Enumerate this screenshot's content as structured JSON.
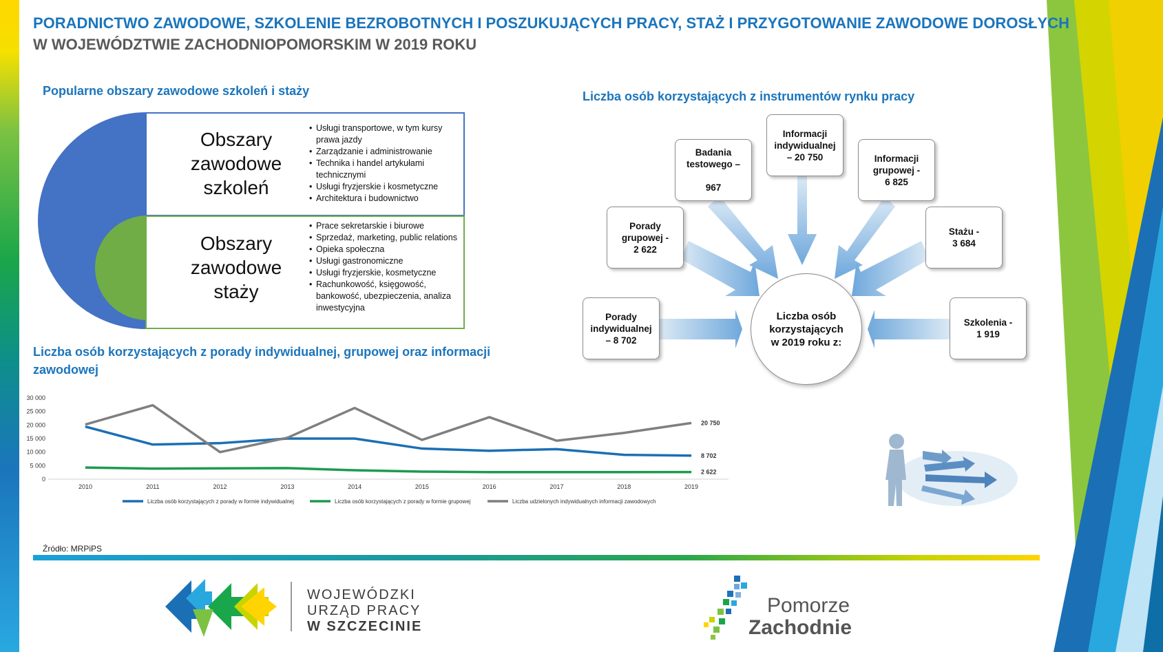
{
  "header": {
    "title_line1": "PORADNICTWO ZAWODOWE, SZKOLENIE BEZROBOTNYCH I POSZUKUJĄCYCH PRACY, STAŻ I PRZYGOTOWANIE ZAWODOWE DOROSŁYCH",
    "title_line2": "W WOJEWÓDZTWIE ZACHODNIOPOMORSKIM W 2019 ROKU"
  },
  "areas": {
    "heading": "Popularne obszary zawodowe szkoleń i staży",
    "training": {
      "title": "Obszary\nzawodowe\nszkoleń",
      "items": [
        "Usługi transportowe, w tym kursy prawa jazdy",
        "Zarządzanie i administrowanie",
        "Technika i handel artykułami technicznymi",
        "Usługi fryzjerskie i kosmetyczne",
        "Architektura i budownictwo"
      ]
    },
    "internship": {
      "title": "Obszary\nzawodowe\nstaży",
      "items": [
        "Prace sekretarskie i biurowe",
        "Sprzedaż, marketing, public relations",
        "Opieka społeczna",
        "Usługi gastronomiczne",
        "Usługi fryzjerskie, kosmetyczne",
        "Rachunkowość, księgowość, bankowość, ubezpieczenia, analiza inwestycyjna"
      ]
    },
    "colors": {
      "training": "#4472c4",
      "internship": "#70ad47"
    }
  },
  "diagram": {
    "heading": "Liczba osób korzystających z instrumentów rynku pracy",
    "center": "Liczba osób\nkorzystających\nw 2019 roku z:",
    "nodes": {
      "individual": "Porady\nindywidualnej\n– 8 702",
      "group": "Porady\ngrupowej -\n2 622",
      "tests": "Badania\ntestowego –\n\n967",
      "info_ind": "Informacji\nindywidualnej\n– 20 750",
      "info_group": "Informacji\ngrupowej -\n6 825",
      "internship": "Stażu -\n3 684",
      "training": "Szkolenia -\n1 919"
    }
  },
  "chart": {
    "heading": "Liczba osób korzystających z porady indywidualnej, grupowej oraz informacji zawodowej",
    "source": "Źródło: MRPiPS"
  },
  "chart_data": {
    "type": "line",
    "title": "Liczba osób korzystających z porady indywidualnej, grupowej oraz informacji zawodowej",
    "x": [
      "2010",
      "2011",
      "2012",
      "2013",
      "2014",
      "2015",
      "2016",
      "2017",
      "2018",
      "2019"
    ],
    "ylim": [
      0,
      30000
    ],
    "yticks": [
      0,
      5000,
      10000,
      15000,
      20000,
      25000,
      30000
    ],
    "ytick_labels": [
      "0",
      "5 000",
      "10 000",
      "15 000",
      "20 000",
      "25 000",
      "30 000"
    ],
    "grid": false,
    "legend_position": "bottom",
    "series": [
      {
        "name": "Liczba osób korzystających z porady w formie indywidualnej",
        "color": "#1b6fb5",
        "values": [
          19400,
          12800,
          13300,
          15000,
          15000,
          11300,
          10500,
          11100,
          9000,
          8702
        ],
        "end_label": "8 702"
      },
      {
        "name": "Liczba osób korzystających z porady w formie grupowej",
        "color": "#1d9a4e",
        "values": [
          4300,
          3900,
          4000,
          4100,
          3300,
          2800,
          2600,
          2600,
          2600,
          2622
        ],
        "end_label": "2 622"
      },
      {
        "name": "Liczba udzielonych indywidualnych informacji zawodowych",
        "color": "#7f7f7f",
        "values": [
          20200,
          27300,
          10000,
          15300,
          26300,
          14500,
          22900,
          14200,
          17100,
          20750
        ],
        "end_label": "20 750"
      }
    ]
  },
  "logos": {
    "wup_line1": "WOJEWÓDZKI",
    "wup_line2": "URZĄD PRACY",
    "wup_line3": "W SZCZECINIE",
    "pz_line1": "Pomorze",
    "pz_line2": "Zachodnie"
  }
}
